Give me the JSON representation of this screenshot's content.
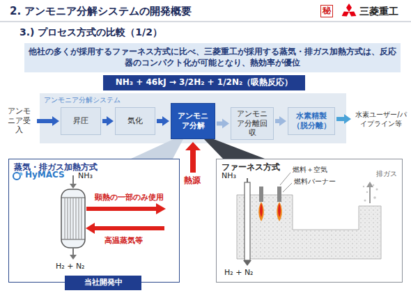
{
  "diagram": {
    "title": "2. アンモニア分解システムの開発概要",
    "nodes": [
      {
        "text": [
          "他社の多くが採用するファーネス方式に比べ、三菱重工が採用する蒸気・排ガス加熱方式は、反応器のコンパクト化が可能となり、熱効率が優位"
        ]
      },
      {
        "text": [
          "NH₃ + 46kJ → 3/2H₂ + 1/2N₂（吸熱反応）"
        ]
      },
      {
        "text": [
          "アンモニア分解システム"
        ]
      },
      {
        "text": [
          "アンモニア受入"
        ]
      },
      {
        "text": [
          "昇圧"
        ],
        "in": 2
      },
      {
        "text": [
          "気化"
        ],
        "in": 2
      },
      {
        "text": [
          "アンモニア分解"
        ],
        "in": 2
      },
      {
        "text": [
          "アンモニア分離回収"
        ],
        "in": 2
      },
      {
        "text": [
          "水素精製（脱分離）"
        ],
        "in": 2
      },
      {
        "text": [
          "水素ユーザー/パイプライン等"
        ]
      },
      {
        "text": [
          "蒸気・排ガス加熱方式"
        ]
      },
      {
        "text": [
          "当社開発中"
        ],
        "in": 10
      },
      {
        "text": [
          "ファーネス方式"
        ]
      }
    ],
    "edges": [
      {
        "from": 3,
        "to": 4,
        "arrow": "to"
      },
      {
        "from": 4,
        "to": 5,
        "arrow": "to"
      },
      {
        "from": 5,
        "to": 6,
        "arrow": "to"
      },
      {
        "from": 6,
        "to": 7,
        "arrow": "to"
      },
      {
        "from": 7,
        "to": 8,
        "arrow": "to"
      },
      {
        "from": 8,
        "to": 9,
        "arrow": "to"
      },
      {
        "from": 6,
        "to": 10,
        "arrow": "none"
      },
      {
        "from": 6,
        "to": 12,
        "arrow": "none"
      }
    ],
    "labels": [
      "3.) プロセス方式の比較（1/2）",
      "秘",
      "三菱重工",
      "HyMACS",
      "NH₃",
      "顕熱の一部のみ使用",
      "高温蒸気等",
      "H₂ + N₂",
      "熱源",
      "NH₃",
      "燃料＋空気",
      "燃料バーナー",
      "排ガス",
      "H₂ + N₂"
    ]
  }
}
